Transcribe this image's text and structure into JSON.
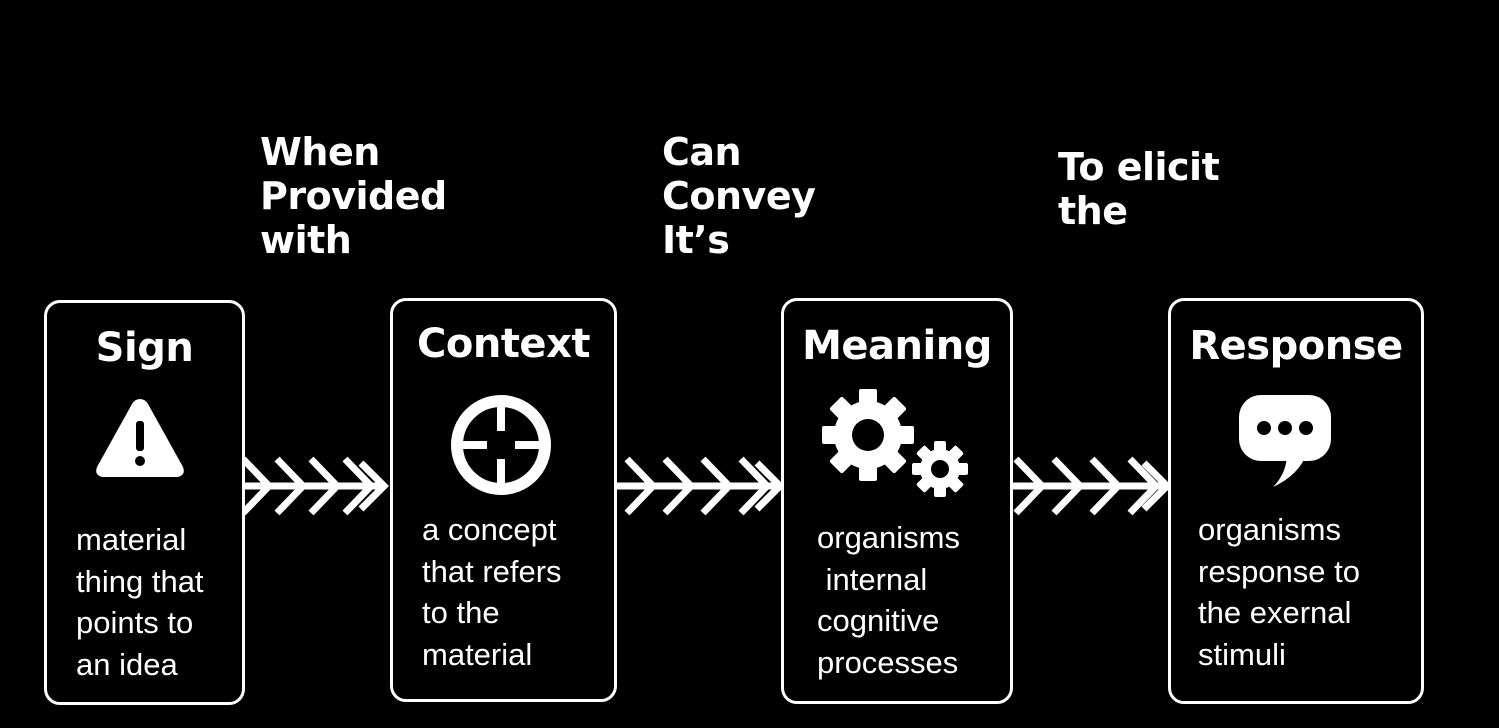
{
  "connectors": [
    {
      "label": "When\nProvided\nwith",
      "icon": "chevron-arrows-icon"
    },
    {
      "label": "Can\nConvey\nIt’s",
      "icon": "chevron-arrows-icon"
    },
    {
      "label": "To elicit\nthe",
      "icon": "chevron-arrows-icon"
    }
  ],
  "stages": [
    {
      "title": "Sign",
      "icon": "warning-icon",
      "description": "material\nthing that\npoints to\nan idea"
    },
    {
      "title": "Context",
      "icon": "crosshair-icon",
      "description": "a concept\nthat refers\nto the\nmaterial"
    },
    {
      "title": "Meaning",
      "icon": "gears-icon",
      "description": "organisms\n internal\ncognitive\nprocesses"
    },
    {
      "title": "Response",
      "icon": "speech-bubble-icon",
      "description": "organisms\nresponse to\nthe exernal\nstimuli"
    }
  ],
  "colors": {
    "background": "#000000",
    "foreground": "#ffffff"
  }
}
